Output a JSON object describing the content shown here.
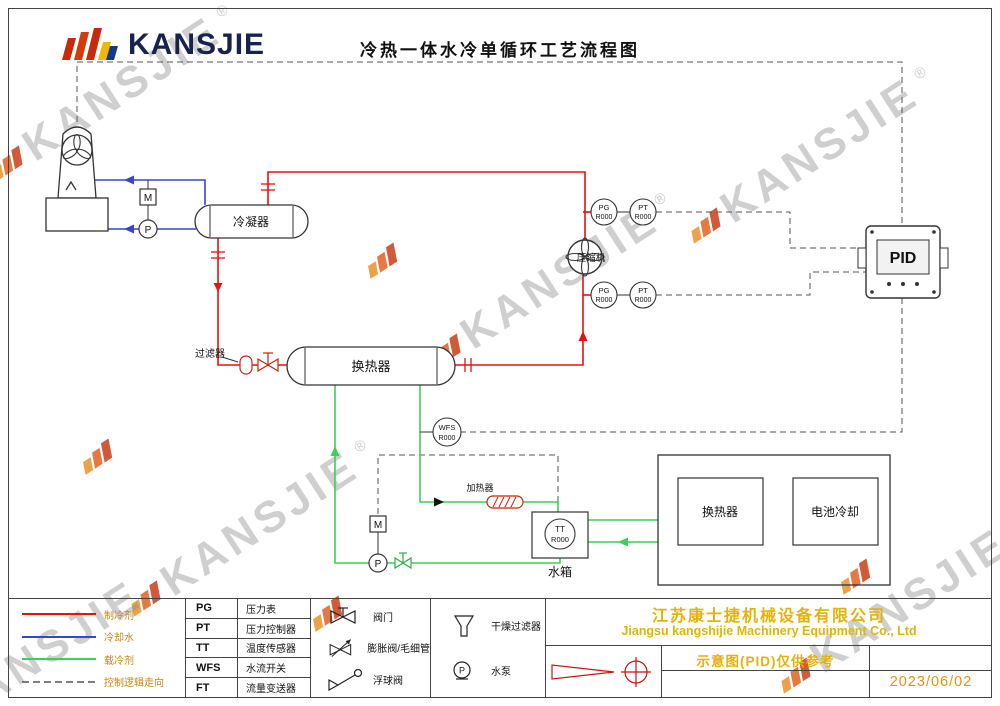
{
  "header": {
    "logo_text": "KANSJIE",
    "title": "冷热一体水冷单循环工艺流程图"
  },
  "watermark": {
    "text": "KANSJIE",
    "reg": "®"
  },
  "diagram": {
    "components": {
      "condenser": "冷凝器",
      "compressor": "压缩机",
      "filter": "过滤器",
      "heat_exchanger": "换热器",
      "heater": "加热器",
      "water_tank": "水箱",
      "battery_heat_exchanger": "换热器",
      "battery_cooling": "电池冷却",
      "pid_display": "PID",
      "motor_label": "M",
      "pump_label": "P"
    },
    "instruments": {
      "pg": {
        "tag": "PG",
        "id": "R000"
      },
      "pt": {
        "tag": "PT",
        "id": "R000"
      },
      "wfs": {
        "tag": "WFS",
        "id": "R000"
      },
      "tt": {
        "tag": "TT",
        "id": "R000"
      }
    }
  },
  "legend": {
    "lines": [
      {
        "label": "制冷剂",
        "color": "#e81010",
        "style": "solid"
      },
      {
        "label": "冷却水",
        "color": "#3a45cc",
        "style": "solid"
      },
      {
        "label": "载冷剂",
        "color": "#3ecf5a",
        "style": "solid"
      },
      {
        "label": "控制逻辑走向",
        "color": "#555555",
        "style": "dashed"
      }
    ],
    "abbreviations": [
      {
        "abbr": "PG",
        "meaning": "压力表"
      },
      {
        "abbr": "PT",
        "meaning": "压力控制器"
      },
      {
        "abbr": "TT",
        "meaning": "温度传感器"
      },
      {
        "abbr": "WFS",
        "meaning": "水流开关"
      },
      {
        "abbr": "FT",
        "meaning": "流量变送器"
      }
    ],
    "symbols": [
      {
        "name": "阀门"
      },
      {
        "name": "膨胀阀/毛细管"
      },
      {
        "name": "浮球阀"
      },
      {
        "name": "干燥过滤器"
      },
      {
        "name": "水泵"
      }
    ]
  },
  "title_block": {
    "company_cn": "江苏康士捷机械设备有限公司",
    "company_en": "Jiangsu kangshijie Machinery Equipment Co., Ltd",
    "note": "示意图(PID)仅供参考",
    "date": "2023/06/02"
  }
}
